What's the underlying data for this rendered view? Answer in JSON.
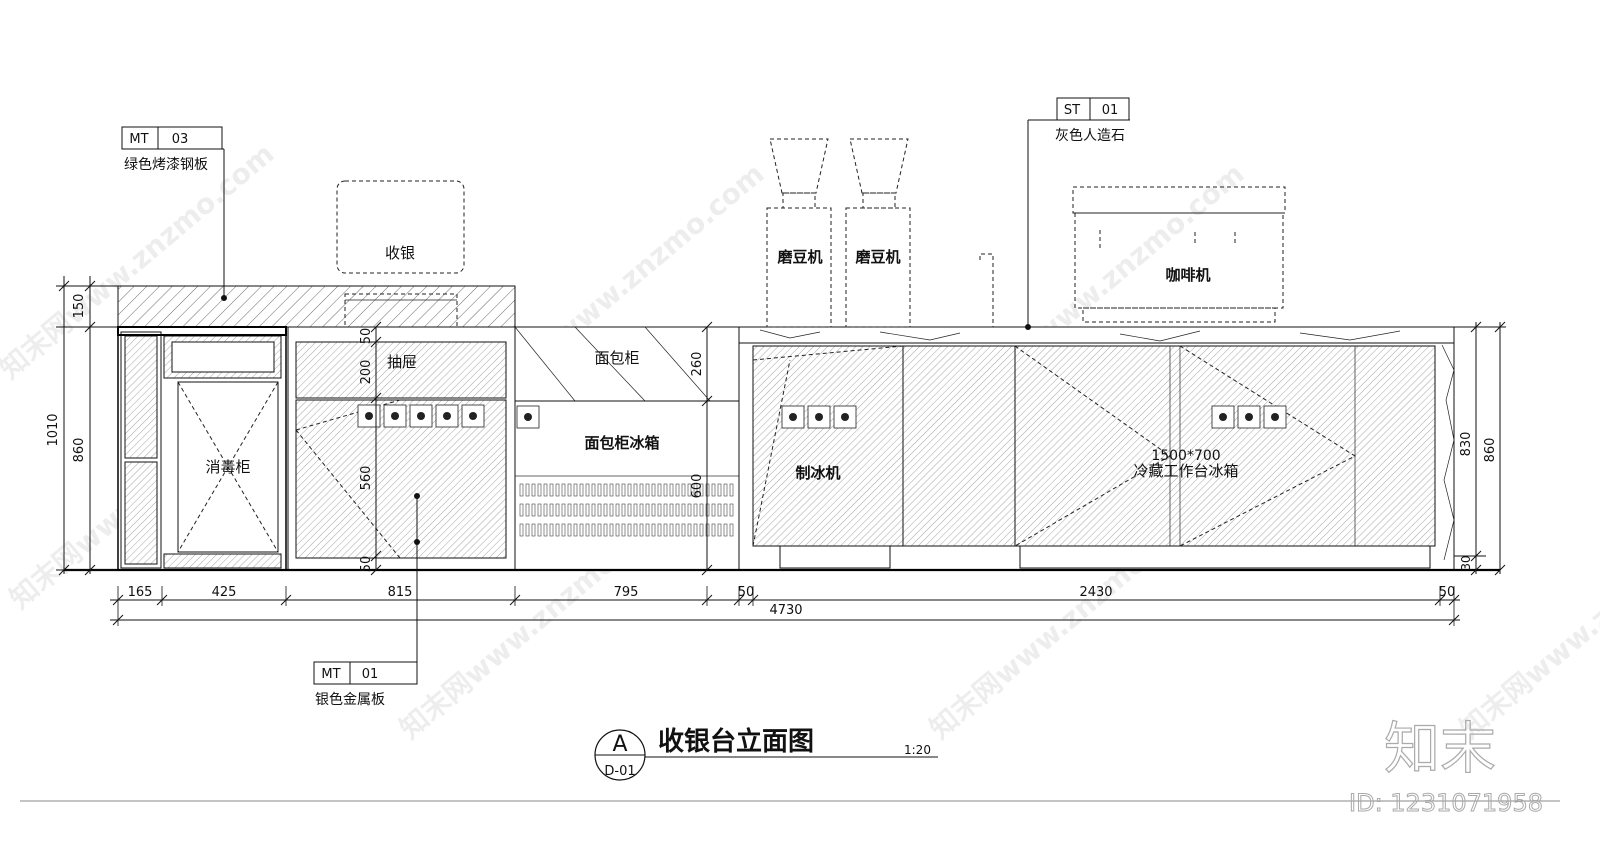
{
  "tags": {
    "mt03": {
      "code": "MT",
      "num": "03",
      "desc": "绿色烤漆钢板"
    },
    "st01": {
      "code": "ST",
      "num": "01",
      "desc": "灰色人造石"
    },
    "mt01": {
      "code": "MT",
      "num": "01",
      "desc": "银色金属板"
    }
  },
  "labels": {
    "cashier": "收银",
    "drawer": "抽屉",
    "sterilizer": "消毒柜",
    "bread_cabinet": "面包柜",
    "bread_fridge": "面包柜冰箱",
    "grinder_1": "磨豆机",
    "grinder_2": "磨豆机",
    "coffee_machine": "咖啡机",
    "ice_machine": "制冰机",
    "fridge_size": "1500*700",
    "fridge_name": "冷藏工作台冰箱"
  },
  "dims_bottom": {
    "d165": "165",
    "d425": "425",
    "d815": "815",
    "d795": "795",
    "d50a": "50",
    "d2430": "2430",
    "d50b": "50",
    "total": "4730"
  },
  "dims_left": {
    "d1010": "1010",
    "d150": "150",
    "d860": "860"
  },
  "dims_inner": {
    "d50top": "50",
    "d200": "200",
    "d560": "560",
    "d50bot": "50",
    "d260": "260",
    "d600": "600"
  },
  "dims_right": {
    "d830": "830",
    "d860": "860",
    "d30": "30"
  },
  "title": {
    "letter": "A",
    "sheet": "D-01",
    "text": "收银台立面图",
    "scale": "1:20"
  },
  "watermark": {
    "logo": "知末",
    "id": "ID: 1231071958",
    "pattern": "知末网www.znzmo.com"
  },
  "colors": {
    "line": "#111111",
    "hatch": "#555555",
    "background": "#ffffff"
  }
}
